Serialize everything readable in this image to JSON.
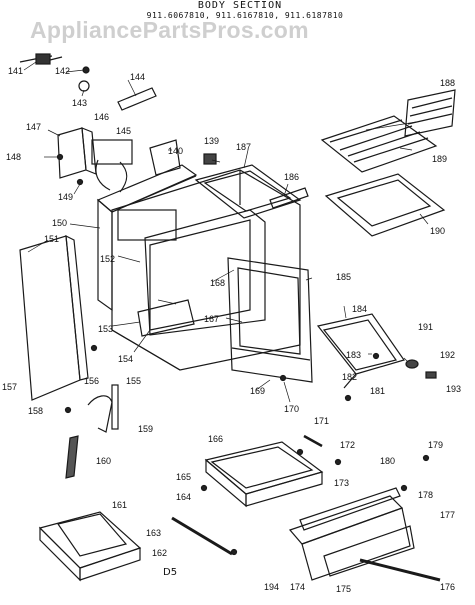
{
  "header": {
    "title": "BODY SECTION",
    "models": "911.6067810, 911.6167810, 911.6187810"
  },
  "watermark": "AppliancePartsPros.com",
  "diagram_code": "D5",
  "callouts": [
    "141",
    "142",
    "143",
    "144",
    "147",
    "146",
    "145",
    "148",
    "149",
    "150",
    "151",
    "152",
    "153",
    "154",
    "155",
    "156",
    "157",
    "158",
    "159",
    "160",
    "161",
    "162",
    "163",
    "164",
    "165",
    "166",
    "167",
    "168",
    "169",
    "170",
    "171",
    "172",
    "173",
    "174",
    "175",
    "176",
    "177",
    "178",
    "179",
    "180",
    "181",
    "182",
    "183",
    "184",
    "185",
    "186",
    "187",
    "188",
    "189",
    "190",
    "191",
    "192",
    "193",
    "194",
    "139",
    "140"
  ],
  "colors": {
    "line": "#1a1a1a",
    "watermark": "#8a8a8a"
  }
}
